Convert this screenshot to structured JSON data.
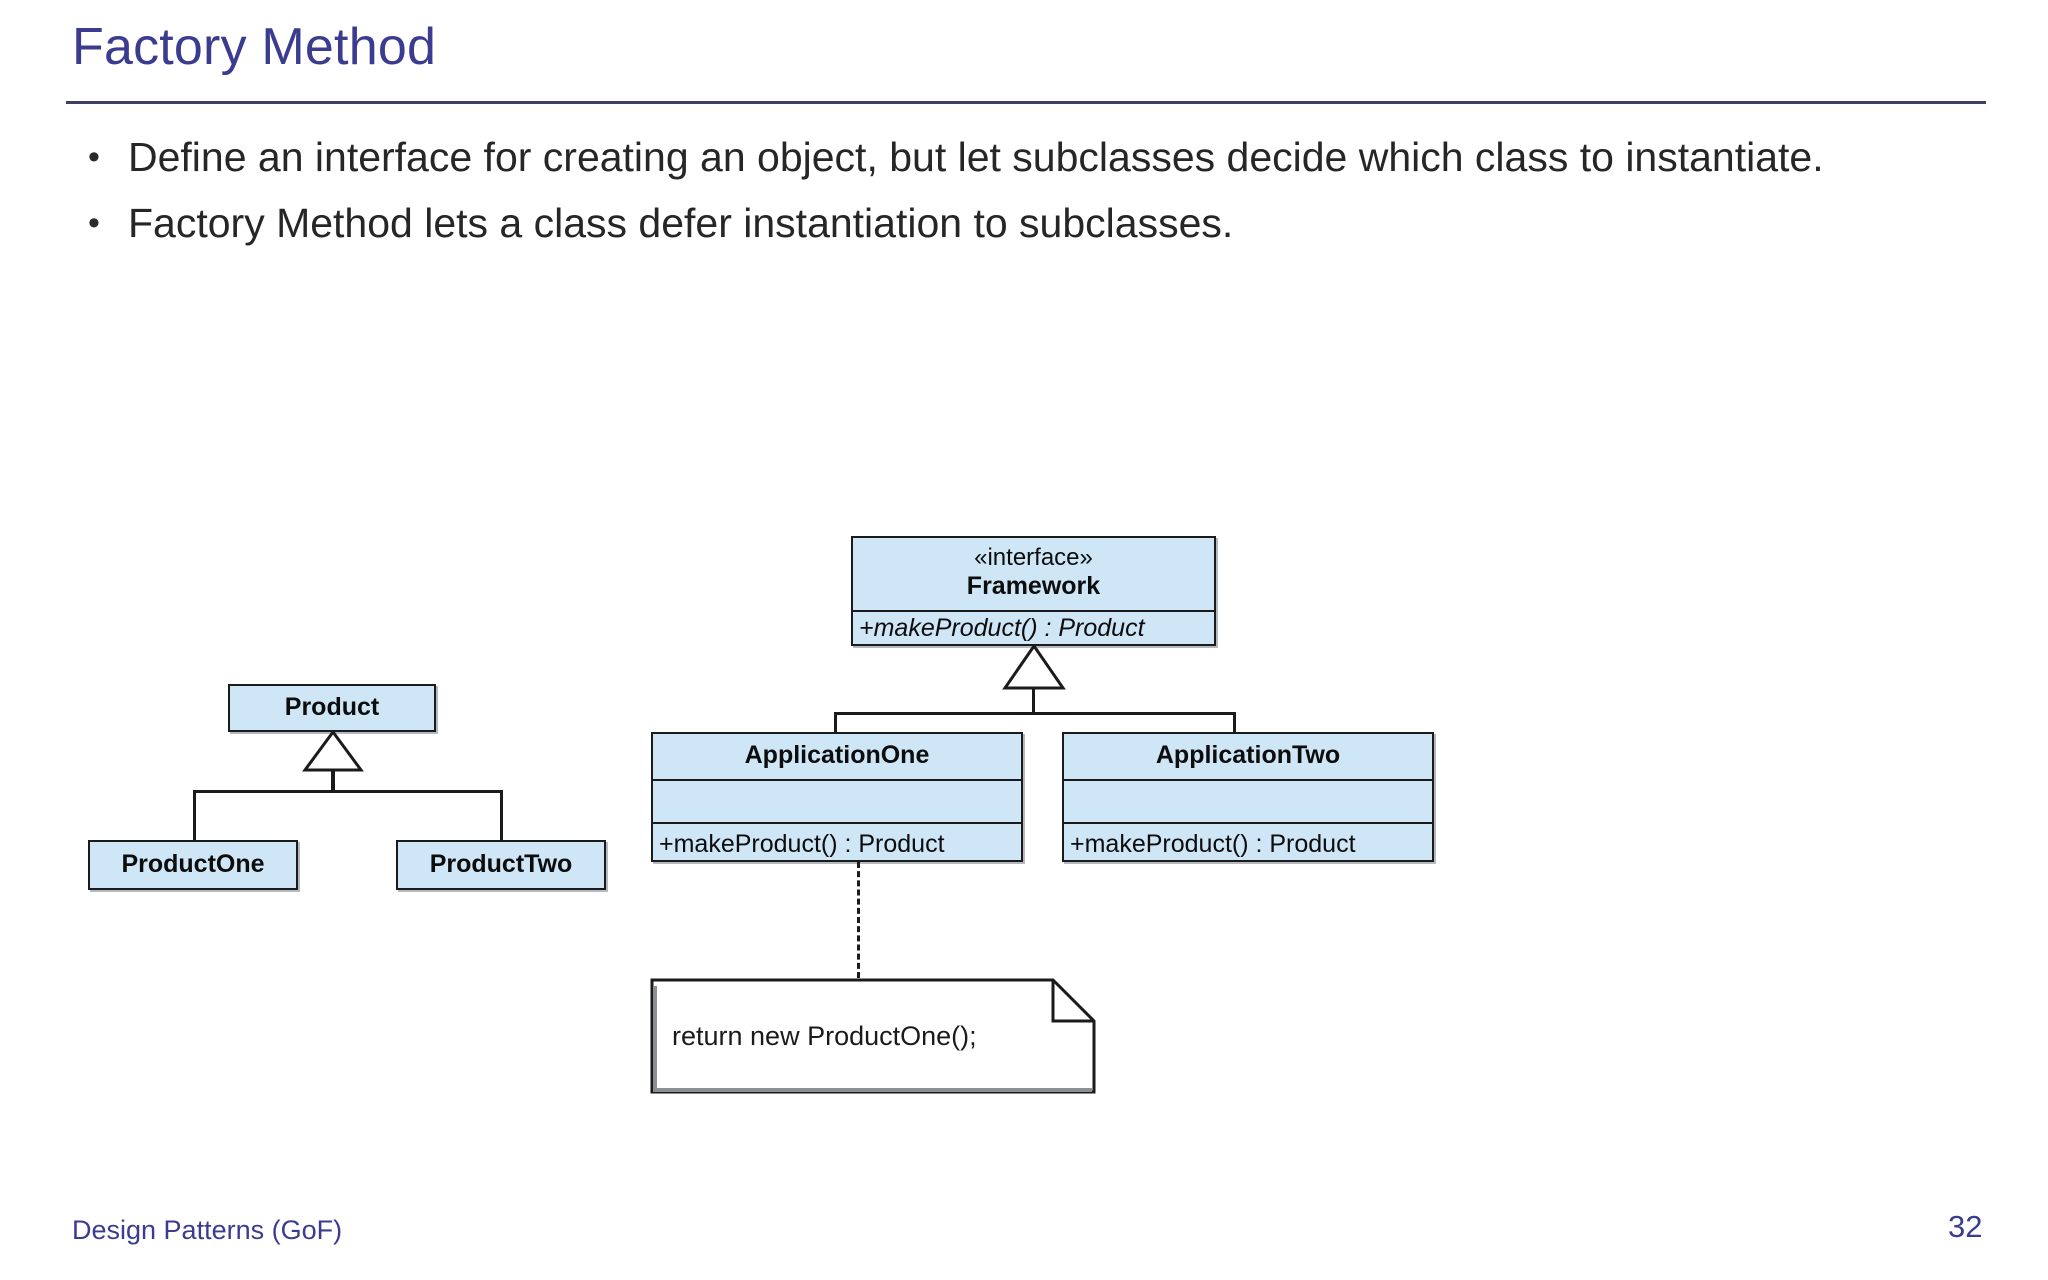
{
  "slide": {
    "title": "Factory Method",
    "bullet_marker": "•",
    "bullets": [
      "Define an interface for creating an object, but let subclasses decide which class to instantiate.",
      "Factory Method lets a class defer instantiation to subclasses."
    ]
  },
  "footer": {
    "label": "Design Patterns (GoF)",
    "page_number": "32"
  },
  "colors": {
    "title": "#3B3B8F",
    "rule": "#3F3F62",
    "box_fill": "#cfe6f7",
    "box_border": "#1b1b1b",
    "body_text": "#262626",
    "note_fill": "#ffffff"
  },
  "diagram": {
    "kind": "uml-class-diagram",
    "classes": {
      "framework": {
        "stereotype": "«interface»",
        "name": "Framework",
        "operations": [
          "+makeProduct() : Product"
        ]
      },
      "application_one": {
        "name": "ApplicationOne",
        "attributes": [],
        "operations": [
          "+makeProduct() : Product"
        ]
      },
      "application_two": {
        "name": "ApplicationTwo",
        "attributes": [],
        "operations": [
          "+makeProduct() : Product"
        ]
      },
      "product": {
        "name": "Product"
      },
      "product_one": {
        "name": "ProductOne"
      },
      "product_two": {
        "name": "ProductTwo"
      }
    },
    "note": {
      "text": "return new ProductOne();",
      "attached_to": "application_one"
    },
    "relations": [
      {
        "type": "generalization",
        "from": "application_one",
        "to": "framework"
      },
      {
        "type": "generalization",
        "from": "application_two",
        "to": "framework"
      },
      {
        "type": "generalization",
        "from": "product_one",
        "to": "product"
      },
      {
        "type": "generalization",
        "from": "product_two",
        "to": "product"
      },
      {
        "type": "note-anchor",
        "from": "note",
        "to": "application_one"
      }
    ]
  }
}
